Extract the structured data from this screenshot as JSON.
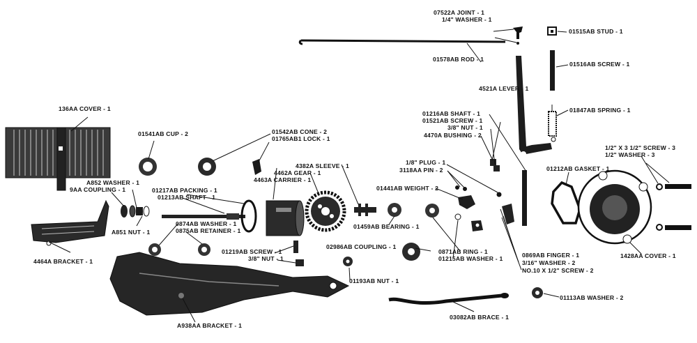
{
  "labels": {
    "joint": "07522A JOINT - 1",
    "washer_quarter": "1/4\" WASHER - 1",
    "stud": "01515AB STUD - 1",
    "rod": "01578AB ROD - 1",
    "screw_01516": "01516AB SCREW - 1",
    "lever": "4521A LEVER - 1",
    "spring": "01847AB SPRING - 1",
    "cover_136": "136AA COVER - 1",
    "cup": "01541AB CUP - 2",
    "cone": "01542AB CONE - 2",
    "lock": "01765AB1 LOCK - 1",
    "shaft_01216": "01216AB SHAFT - 1",
    "screw_01521": "01521AB SCREW - 1",
    "nut_38_a": "3/8\" NUT - 1",
    "bushing": "4470A BUSHING - 2",
    "gasket": "01212AB GASKET - 1",
    "screw_half": "1/2\" X 3 1/2\" SCREW - 3",
    "washer_half": "1/2\" WASHER - 3",
    "sleeve": "4382A SLEEVE - 1",
    "gear": "4462A GEAR - 1",
    "carrier": "4463A CARRIER - 1",
    "plug": "1/8\" PLUG - 1",
    "pin": "3118AA PIN - 2",
    "washer_a852": "A852 WASHER - 1",
    "coupling_9aa": "9AA COUPLING - 1",
    "packing": "01217AB PACKING - 1",
    "shaft_01213": "01213AB SHAFT - 1",
    "weight": "01441AB WEIGHT - 2",
    "nut_a851": "A851 NUT - 1",
    "washer_0874": "0874AB WASHER - 1",
    "retainer": "0875AB RETAINER - 1",
    "bearing": "01459AB BEARING - 1",
    "bracket_4464": "4464A BRACKET - 1",
    "screw_01219": "01219AB SCREW - 1",
    "nut_38_b": "3/8\" NUT - 1",
    "coupling_02986": "02986AB COUPLING - 1",
    "ring": "0871AB RING - 1",
    "washer_01215": "01215AB WASHER - 1",
    "finger": "0869AB FINGER - 1",
    "washer_316": "3/16\" WASHER - 2",
    "screw_no10": "NO.10 X 1/2\" SCREW - 2",
    "cover_1428": "1428AA COVER - 1",
    "nut_01193": "01193AB NUT - 1",
    "washer_01113": "01113AB WASHER - 2",
    "brace": "03082AB BRACE - 1",
    "bracket_a938": "A938AA BRACKET - 1"
  },
  "colors": {
    "ink": "#111111",
    "paper": "#ffffff"
  }
}
